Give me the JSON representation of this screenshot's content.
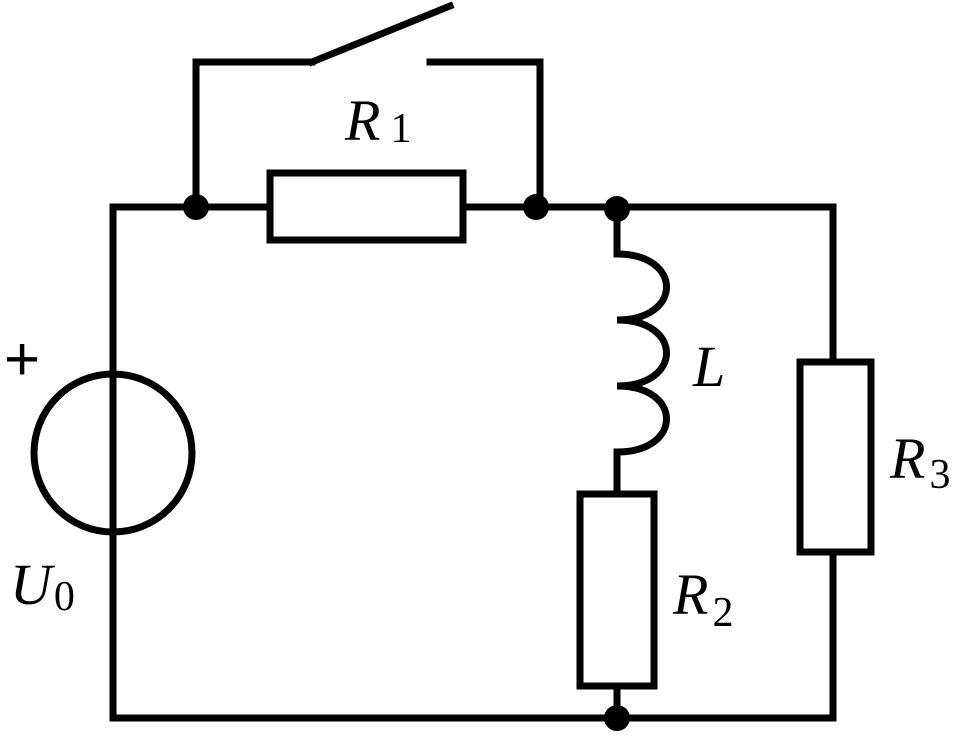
{
  "labels": {
    "r1": {
      "main": "R",
      "sub": "1"
    },
    "r2": {
      "main": "R",
      "sub": "2"
    },
    "r3": {
      "main": "R",
      "sub": "3"
    },
    "inductor": {
      "main": "L"
    },
    "source": {
      "main": "U",
      "sub": "0"
    },
    "polarity": "+"
  },
  "colors": {
    "line": "#000000",
    "background": "#ffffff"
  }
}
